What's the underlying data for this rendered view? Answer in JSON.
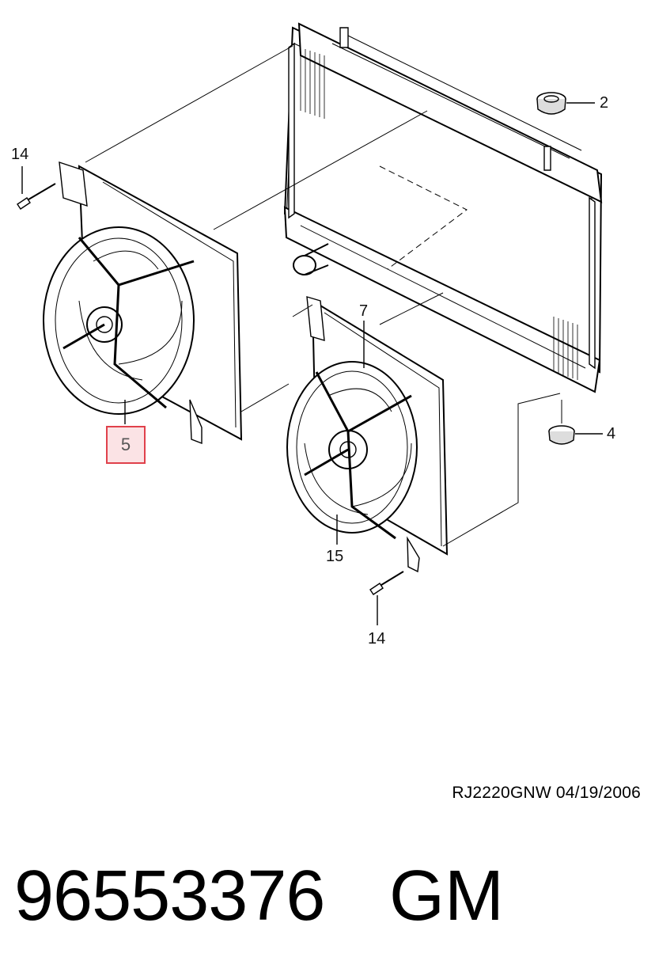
{
  "callouts": {
    "c2": "2",
    "c4": "4",
    "c5": "5",
    "c7": "7",
    "c14_top": "14",
    "c14_bottom": "14",
    "c15": "15"
  },
  "document_ref": "RJ2220GNW  04/19/2006",
  "part_number": "96553376",
  "brand": "GM",
  "colors": {
    "highlight_border": "#e0414b",
    "highlight_fill": "#fbe3e5"
  }
}
